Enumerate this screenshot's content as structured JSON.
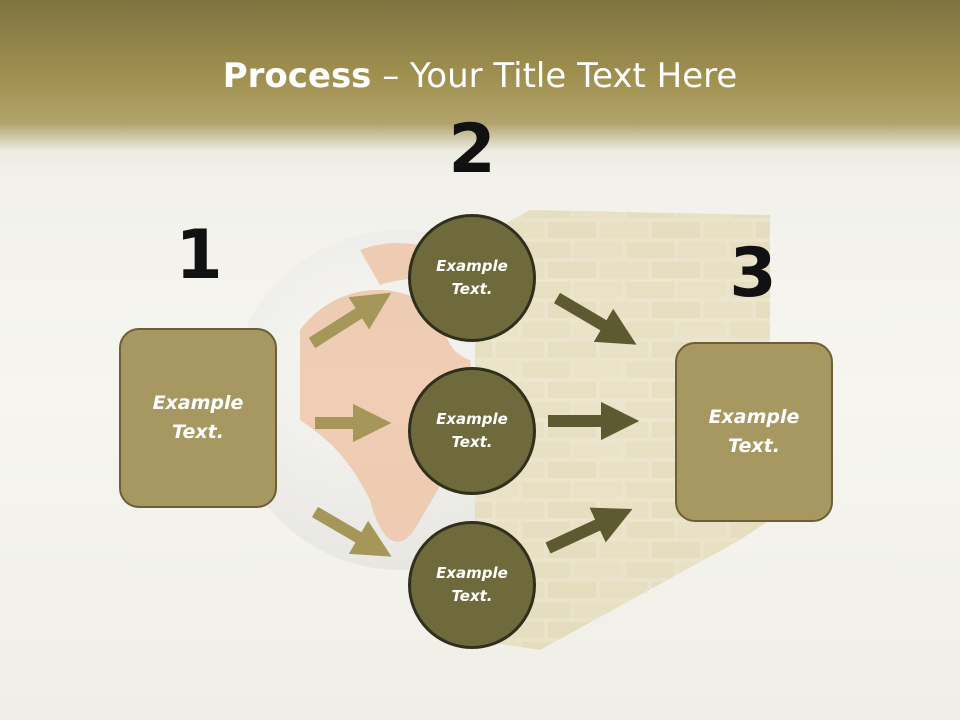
{
  "title": {
    "strong": "Process",
    "rest": " – Your Title Text Here"
  },
  "steps": [
    {
      "number": "1",
      "boxes": [
        "Example\nText."
      ]
    },
    {
      "number": "2",
      "circles": [
        "Example\nText.",
        "Example\nText.",
        "Example\nText."
      ]
    },
    {
      "number": "3",
      "boxes": [
        "Example\nText."
      ]
    }
  ],
  "colors": {
    "header": "#a19150",
    "box_fill": "#a79862",
    "circle_fill": "#6e6a3c",
    "arrow_light": "#a59659",
    "arrow_dark": "#5d5930"
  }
}
